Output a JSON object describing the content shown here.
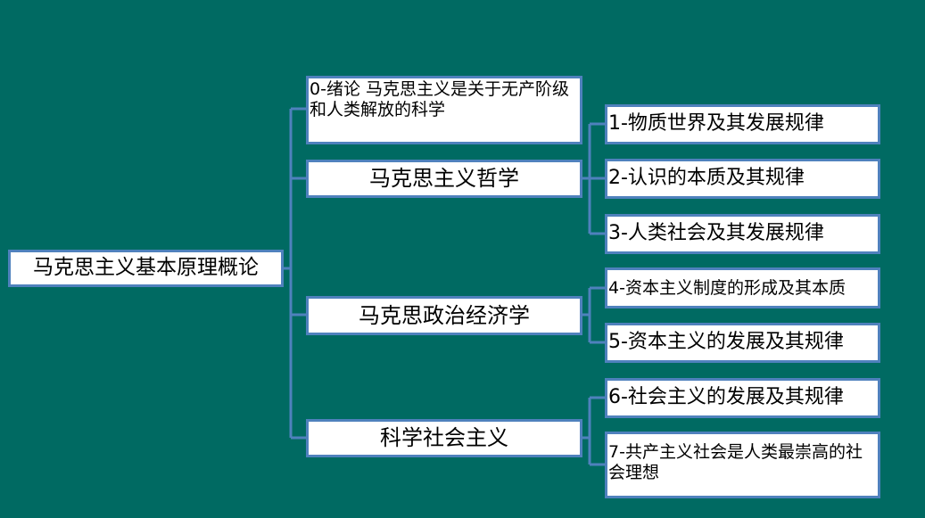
{
  "root": {
    "label": "马克思主义基本原理概论"
  },
  "branches": [
    {
      "label": "0-绪论 马克思主义是关于无产阶级和人类解放的科学",
      "children": []
    },
    {
      "label": "马克思主义哲学",
      "children": [
        {
          "label": "1-物质世界及其发展规律"
        },
        {
          "label": "2-认识的本质及其规律"
        },
        {
          "label": "3-人类社会及其发展规律"
        }
      ]
    },
    {
      "label": "马克思政治经济学",
      "children": [
        {
          "label": "4-资本主义制度的形成及其本质"
        },
        {
          "label": "5-资本主义的发展及其规律"
        }
      ]
    },
    {
      "label": "科学社会主义",
      "children": [
        {
          "label": "6-社会主义的发展及其规律"
        },
        {
          "label": "7-共产主义社会是人类最崇高的社会理想"
        }
      ]
    }
  ],
  "colors": {
    "background": "#006a62",
    "node_fill": "#ffffff",
    "node_border": "#4f81bd",
    "connector": "#4f81bd"
  }
}
